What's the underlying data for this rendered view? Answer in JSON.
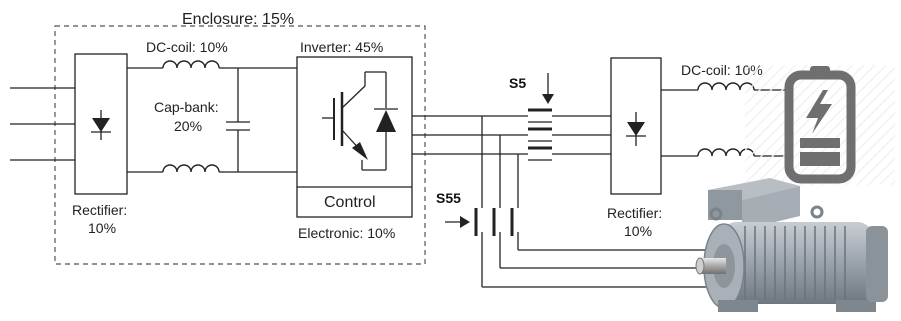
{
  "labels": {
    "enclosure": "Enclosure: 15%",
    "dc_coil_left": "DC-coil: 10%",
    "inverter": "Inverter: 45%",
    "cap_bank_line1": "Cap-bank:",
    "cap_bank_line2": "20%",
    "control": "Control",
    "electronic": "Electronic: 10%",
    "rectifier_left_line1": "Rectifier:",
    "rectifier_left_line2": "10%",
    "rectifier_right_line1": "Rectifier:",
    "rectifier_right_line2": "10%",
    "dc_coil_right": "DC-coil: 10%",
    "switch_s5": "S5",
    "switch_s55": "S55"
  },
  "icons": {
    "battery": "battery-charging-icon",
    "motor": "electric-motor-icon"
  },
  "colors": {
    "line": "#222222",
    "battery_gray": "#6f6f6f",
    "motor_body": "#9aa3ab",
    "enclosure_dash": "#555555"
  }
}
